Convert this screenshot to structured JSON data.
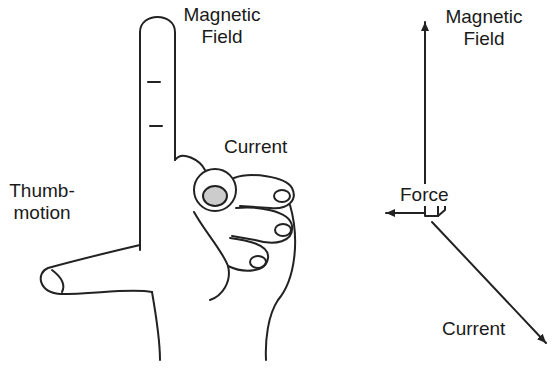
{
  "diagram": {
    "labels": [
      "Magnetic Field",
      "Current",
      "Thumb- motion",
      "Magnetic Field",
      "Force",
      "Current"
    ]
  }
}
